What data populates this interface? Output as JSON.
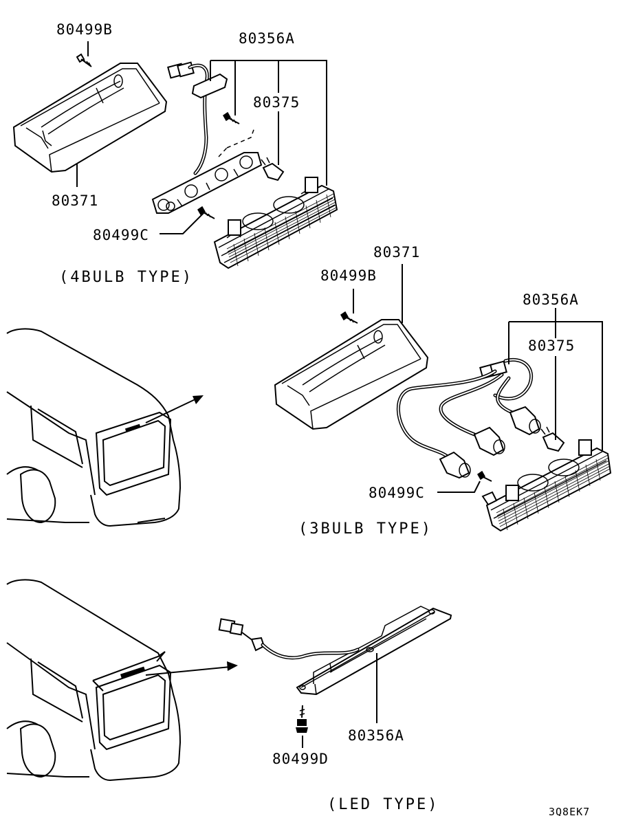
{
  "captions": {
    "four_bulb": "(4BULB TYPE)",
    "three_bulb": "(3BULB TYPE)",
    "led": "(LED TYPE)"
  },
  "diagram_code": "3Q8EK7",
  "labels": {
    "four_bulb": {
      "screw_b": "80499B",
      "harness": "80356A",
      "bulb": "80375",
      "cover": "80371",
      "screw_c": "80499C"
    },
    "three_bulb": {
      "cover": "80371",
      "screw_b": "80499B",
      "harness": "80356A",
      "bulb": "80375",
      "screw_c": "80499C"
    },
    "led": {
      "lamp": "80356A",
      "screw_d": "80499D"
    }
  }
}
